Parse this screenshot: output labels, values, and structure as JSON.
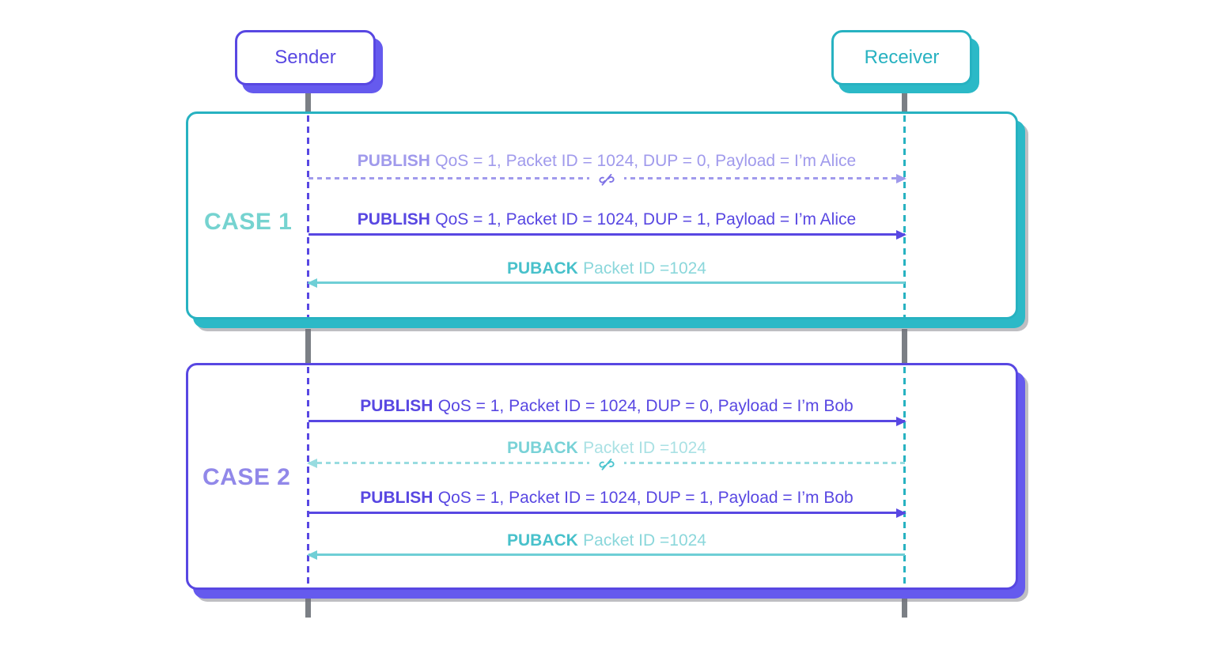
{
  "actors": {
    "sender": {
      "label": "Sender"
    },
    "receiver": {
      "label": "Receiver"
    }
  },
  "cases": [
    {
      "label": "CASE 1",
      "messages": [
        {
          "keyword": "PUBLISH",
          "detail": "QoS = 1, Packet ID = 1024, DUP = 0, Payload = I’m Alice",
          "direction": "sender-to-receiver",
          "line_style": "dashed",
          "status": "lost",
          "icon": "broken-link-icon"
        },
        {
          "keyword": "PUBLISH",
          "detail": "QoS = 1, Packet ID = 1024, DUP = 1, Payload = I’m Alice",
          "direction": "sender-to-receiver",
          "line_style": "solid",
          "status": "delivered"
        },
        {
          "keyword": "PUBACK",
          "detail": "Packet ID =1024",
          "direction": "receiver-to-sender",
          "line_style": "solid",
          "status": "delivered"
        }
      ]
    },
    {
      "label": "CASE 2",
      "messages": [
        {
          "keyword": "PUBLISH",
          "detail": "QoS = 1, Packet ID = 1024, DUP = 0, Payload = I’m Bob",
          "direction": "sender-to-receiver",
          "line_style": "solid",
          "status": "delivered"
        },
        {
          "keyword": "PUBACK",
          "detail": "Packet ID =1024",
          "direction": "receiver-to-sender",
          "line_style": "dashed",
          "status": "lost",
          "icon": "broken-link-icon"
        },
        {
          "keyword": "PUBLISH",
          "detail": "QoS = 1, Packet ID = 1024, DUP = 1, Payload = I’m Bob",
          "direction": "sender-to-receiver",
          "line_style": "solid",
          "status": "delivered"
        },
        {
          "keyword": "PUBACK",
          "detail": "Packet ID =1024",
          "direction": "receiver-to-sender",
          "line_style": "solid",
          "status": "delivered"
        }
      ]
    }
  ],
  "colors": {
    "purple": "#5847E2",
    "purpleFaded": "#A09AEC",
    "purpleShadow": "#655AEE",
    "teal": "#27B2C1",
    "tealShadow": "#2CB9C7",
    "tealArrow": "#6FCFD6",
    "tealBold": "#48C1CB",
    "tealLight": "#8BD7DB",
    "tealFadedLine": "#98DCE0",
    "tealFadedBold": "#79D2D7",
    "tealFadedLight": "#AAE1E4",
    "case1Label": "#75D3D0",
    "case2Label": "#9188E9",
    "lifeline": "#7B7F85"
  }
}
